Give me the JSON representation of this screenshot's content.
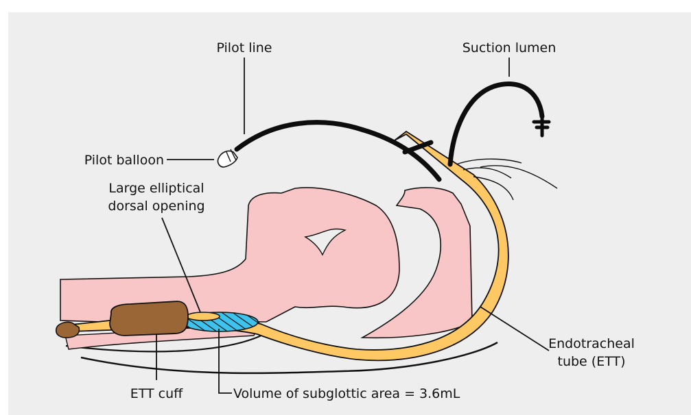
{
  "labels": {
    "pilot_line": "Pilot line",
    "suction_lumen": "Suction lumen",
    "pilot_balloon": "Pilot balloon",
    "dorsal_opening_line1": "Large elliptical",
    "dorsal_opening_line2": "dorsal opening",
    "ett_line1": "Endotracheal",
    "ett_line2": "tube (ETT)",
    "ett_cuff": "ETT cuff",
    "subglottic_volume": "Volume of subglottic area = 3.6mL"
  },
  "colors": {
    "background": "#eeeeee",
    "tissue_pink": "#f8c6c6",
    "tube_yellow": "#fec864",
    "cuff_brown": "#9a6635",
    "subglottic_blue": "#3ec3ee",
    "outline": "#111111"
  }
}
